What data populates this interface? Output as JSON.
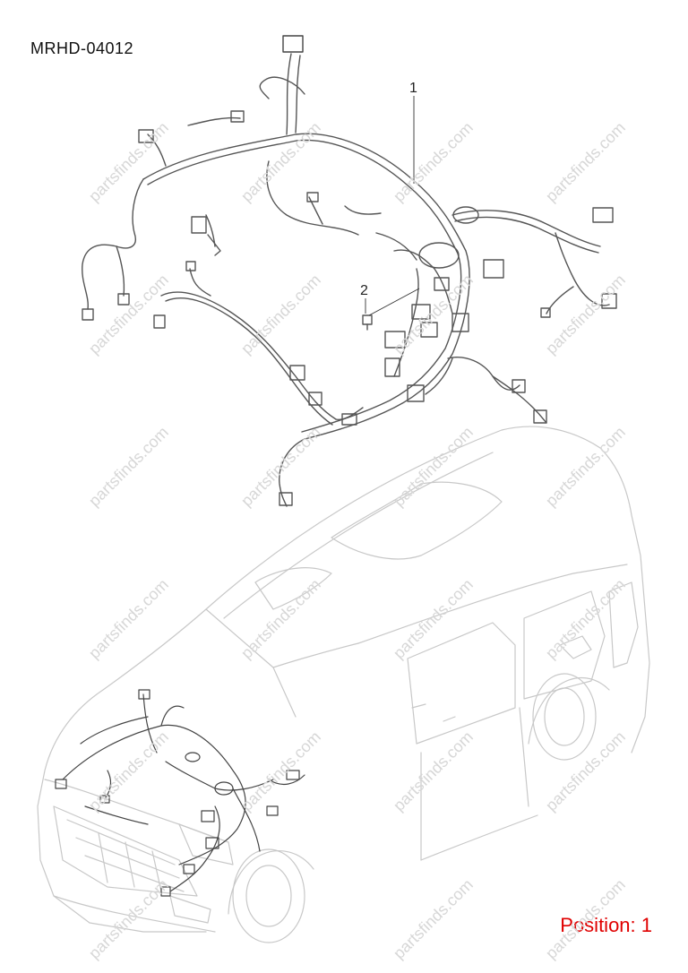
{
  "header": {
    "code": "MRHD-04012"
  },
  "callouts": {
    "item1": "1",
    "item2": "2"
  },
  "footer": {
    "position_text": "Position: 1",
    "position_color": "#e00000"
  },
  "watermark": {
    "text": "partsfinds.com"
  }
}
